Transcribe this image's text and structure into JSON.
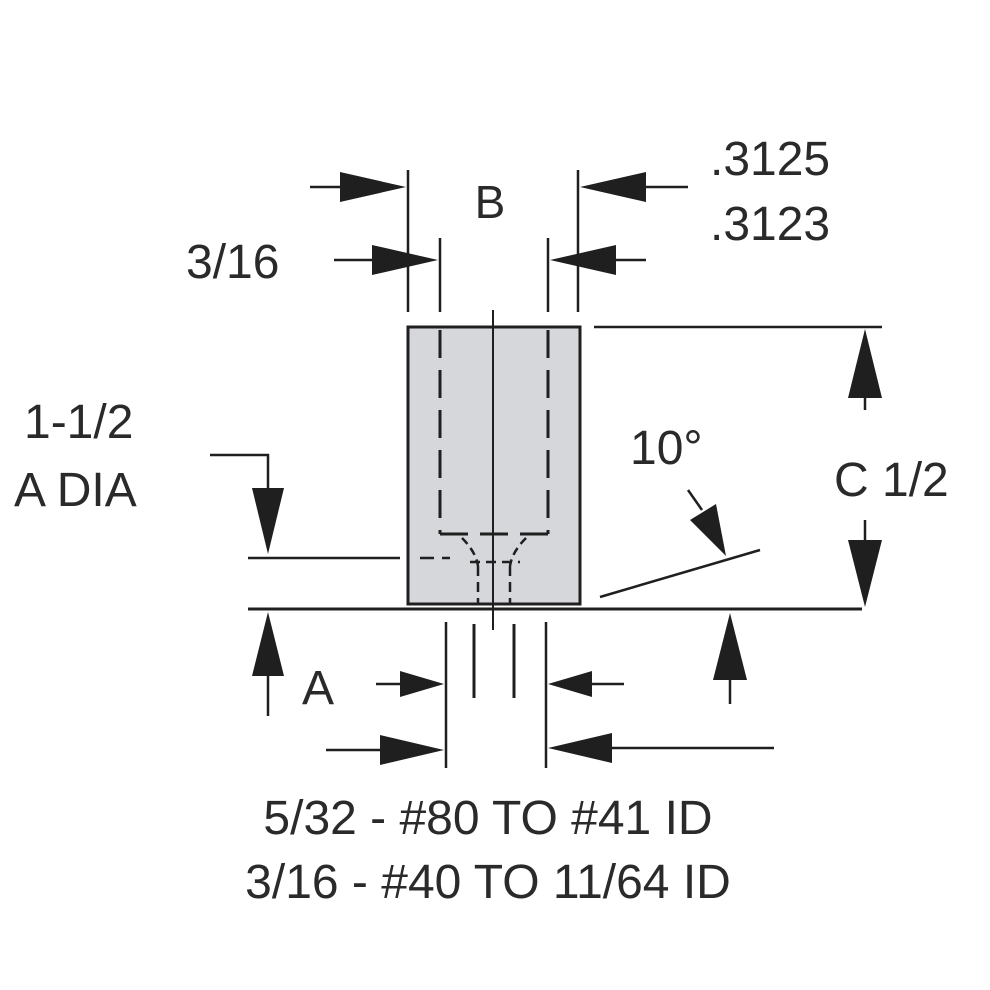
{
  "labels": {
    "b": "B",
    "tol_upper": ".3125",
    "tol_lower": ".3123",
    "wall": "3/16",
    "a_dia_line1": "1-1/2",
    "a_dia_line2": "A DIA",
    "angle": "10°",
    "c_dim": "C 1/2",
    "a": "A",
    "spec_line1": "5/32 - #80 TO #41 ID",
    "spec_line2": "3/16 - #40 TO 11/64 ID"
  },
  "colors": {
    "body_fill": "#d6d7db",
    "line": "#1f1f1f",
    "text": "#2a2a2a"
  }
}
